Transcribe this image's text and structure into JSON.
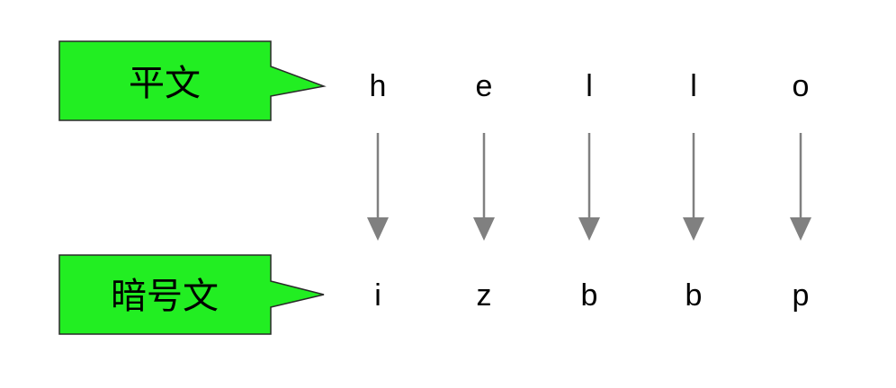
{
  "labels": {
    "plaintext": "平文",
    "ciphertext": "暗号文"
  },
  "plaintext_letters": [
    "h",
    "e",
    "l",
    "l",
    "o"
  ],
  "ciphertext_letters": [
    "i",
    "z",
    "b",
    "b",
    "p"
  ],
  "colors": {
    "callout_fill": "#22ee22",
    "callout_stroke": "#2a2a2a",
    "arrow": "#808080",
    "text": "#000000"
  }
}
